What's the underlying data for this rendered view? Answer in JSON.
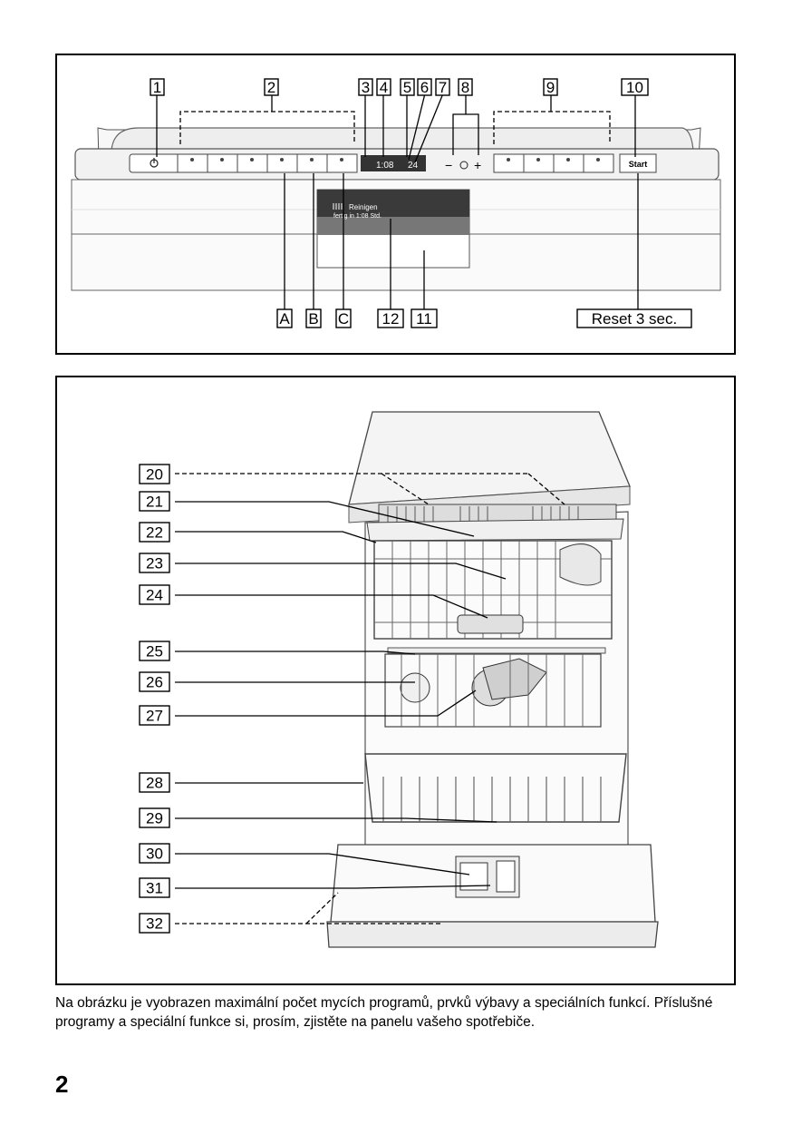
{
  "control_panel": {
    "callouts_top": [
      "1",
      "2",
      "3",
      "4",
      "5",
      "6",
      "7",
      "8",
      "9",
      "10"
    ],
    "callouts_bottom": [
      "A",
      "B",
      "C",
      "12",
      "11"
    ],
    "reset_label": "Reset 3 sec.",
    "start_label": "Start",
    "display_time": "1:08",
    "display_small": "24",
    "minus_label": "−",
    "plus_label": "+",
    "screen_line1": "Reinigen",
    "screen_line2": "fertig in 1:08 Std."
  },
  "dishwasher": {
    "callouts": [
      "20",
      "21",
      "22",
      "23",
      "24",
      "25",
      "26",
      "27",
      "28",
      "29",
      "30",
      "31",
      "32"
    ]
  },
  "caption": "Na obrázku je vyobrazen maximální počet mycích programů, prvků výbavy a speciálních funkcí. Příslušné programy a speciální funkce si, prosím, zjistěte na panelu vašeho spotřebiče.",
  "page_number": "2"
}
